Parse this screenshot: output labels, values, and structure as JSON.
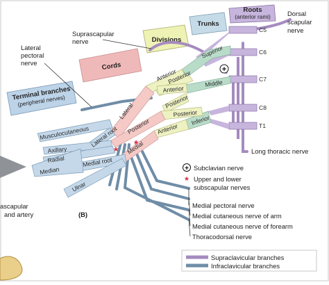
{
  "colors": {
    "supra": "#a58bc0",
    "infra": "#6f8da7",
    "roots_box": "#c7b5dd",
    "trunks_box": "#c5dbe8",
    "divisions_box": "#eef2b5",
    "cords_box": "#f0b9b9",
    "terminal_box": "#bcd3e8",
    "trunk_nerve": "#b9dcc9",
    "division_nerve": "#eef1c2",
    "cord_nerve": "#f4c9c6",
    "terminal_nerve": "#c4d8ea",
    "star": "#d8253d"
  },
  "headers": {
    "roots": "Roots",
    "roots_sub": "(anterior rami)",
    "trunks": "Trunks",
    "divisions": "Divisions",
    "cords": "Cords",
    "terminal": "Terminal branches",
    "terminal_sub": "(peripheral nerves)"
  },
  "roots": [
    "C5",
    "C6",
    "C7",
    "C8",
    "T1"
  ],
  "trunks": [
    "Superior",
    "Middle",
    "Inferior"
  ],
  "divisions": [
    "Anterior",
    "Posterior",
    "Anterior",
    "Posterior",
    "Posterior",
    "Anterior"
  ],
  "cords": [
    "Lateral",
    "Posterior",
    "Medial"
  ],
  "terminals": [
    "Musculocutaneous",
    "Axillary",
    "Radial",
    "Median",
    "Ulnar"
  ],
  "roots_of_median": [
    "Lateral root",
    "Medial root"
  ],
  "left_labels": {
    "suprascapular": "Suprascapular",
    "suprascapular_2": "nerve",
    "lateral_pectoral": "Lateral",
    "lateral_pectoral_2": "pectoral",
    "lateral_pectoral_3": "nerve",
    "dorsal_scapular": "Dorsal",
    "dorsal_scapular_2": "scapular",
    "dorsal_scapular_3": "nerve",
    "cut_left_1": "ascapular",
    "cut_left_2": "and artery",
    "panel": "(B)"
  },
  "right_labels": {
    "long_thoracic": "Long thoracic nerve",
    "subclavian": "Subclavian nerve",
    "upper_lower_1": "Upper and lower",
    "upper_lower_2": "subscapular nerves",
    "medial_pectoral": "Medial pectoral nerve",
    "med_cut_arm": "Medial cutaneous nerve of arm",
    "med_cut_forearm": "Medial cutaneous nerve of forearm",
    "thoracodorsal": "Thoracodorsal nerve"
  },
  "symbols": {
    "plus": "+",
    "star": "*"
  },
  "legend": {
    "supra": "Supraclavicular branches",
    "infra": "Infraclavicular branches"
  }
}
